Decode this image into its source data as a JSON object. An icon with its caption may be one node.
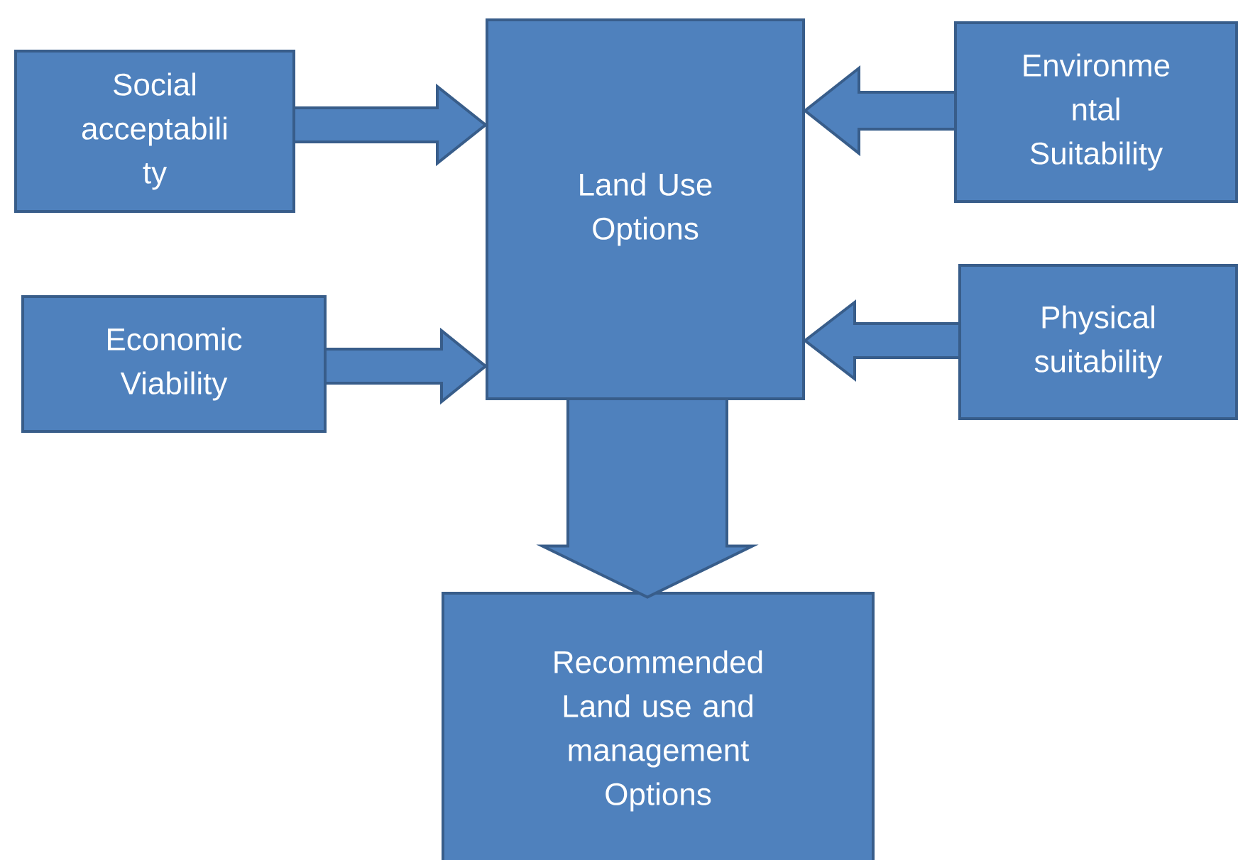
{
  "diagram": {
    "nodes": [
      {
        "text": [
          "Social acceptabili ty"
        ]
      },
      {
        "text": [
          "Economic Viability"
        ]
      },
      {
        "text": [
          "Land Use Options"
        ]
      },
      {
        "text": [
          "Environme ntal Suitability"
        ]
      },
      {
        "text": [
          "Physical suitability"
        ]
      },
      {
        "text": [
          "Recommended Land use and management Options"
        ]
      }
    ],
    "edges": [
      {
        "from": 0,
        "to": 2,
        "arrow": "to"
      },
      {
        "from": 1,
        "to": 2,
        "arrow": "to"
      },
      {
        "from": 3,
        "to": 2,
        "arrow": "to"
      },
      {
        "from": 4,
        "to": 2,
        "arrow": "to"
      },
      {
        "from": 2,
        "to": 5,
        "arrow": "to"
      }
    ]
  }
}
